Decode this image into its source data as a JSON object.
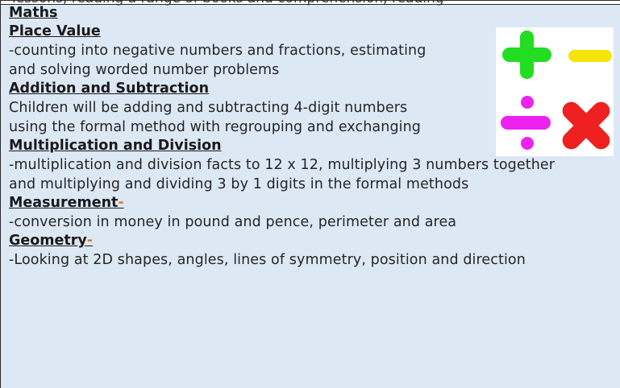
{
  "header_fragment": "lessons, reading a range of books and comprehension, reading",
  "title": "Maths",
  "sections": [
    {
      "heading": "Place Value",
      "lines": [
        "-counting into negative numbers and fractions, estimating",
        "and solving worded number problems"
      ]
    },
    {
      "heading": "Addition and Subtraction",
      "lines": [
        "Children will be adding and subtracting 4-digit numbers",
        "using the formal method with regrouping and exchanging"
      ]
    },
    {
      "heading": "Multiplication and Division",
      "lines": [
        "-multiplication and division facts to 12 x 12, multiplying 3 numbers together",
        "and multiplying and dividing 3 by 1 digits in the formal methods"
      ]
    },
    {
      "heading": "Measurement",
      "heading_suffix": "-",
      "lines": [
        "-conversion in money in pound and pence, perimeter and area"
      ]
    },
    {
      "heading": "Geometry",
      "heading_suffix": "-",
      "lines": [
        "-Looking at 2D shapes, angles, lines of symmetry, position and direction"
      ]
    }
  ],
  "icon": {
    "name": "maths-operators-icon",
    "colors": {
      "plus": "#22dd22",
      "minus": "#f5e50a",
      "divide": "#ee22ee",
      "times": "#ee2020"
    }
  },
  "colors": {
    "panel_background": "#dde8f5",
    "heading_text": "#1a1a1a",
    "body_text": "#262626",
    "dash_accent": "#e27a1e"
  }
}
